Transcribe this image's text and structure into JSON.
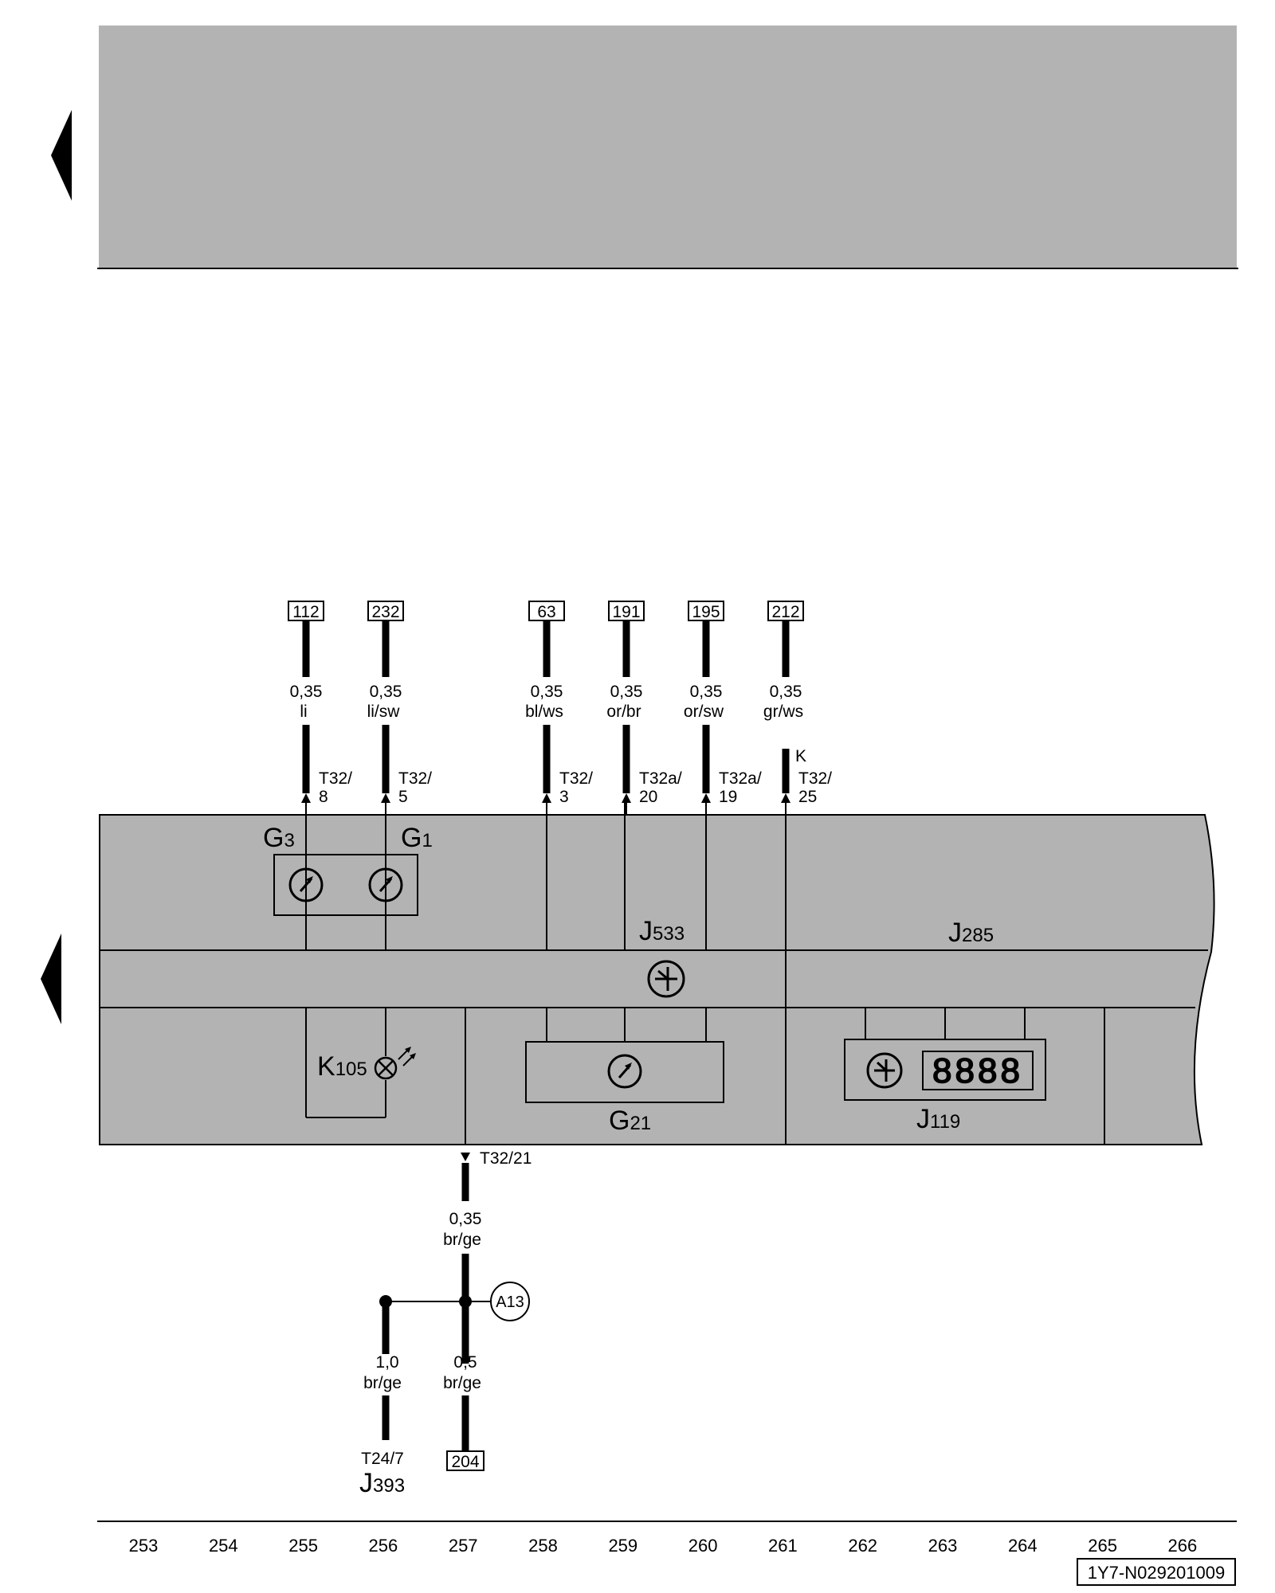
{
  "colors": {
    "panel": "#b3b3b3",
    "wire": "#000000",
    "page": "#ffffff"
  },
  "nav": {
    "upper_arrow": "left-arrow-icon",
    "lower_arrow": "left-arrow-icon"
  },
  "top_wires": [
    {
      "ref": "112",
      "gauge": "0,35",
      "color": "li",
      "pin_top": "T32/",
      "pin_bottom": "8"
    },
    {
      "ref": "232",
      "gauge": "0,35",
      "color": "li/sw",
      "pin_top": "T32/",
      "pin_bottom": "5"
    },
    {
      "ref": "63",
      "gauge": "0,35",
      "color": "bl/ws",
      "pin_top": "T32/",
      "pin_bottom": "3"
    },
    {
      "ref": "191",
      "gauge": "0,35",
      "color": "or/br",
      "pin_top": "T32a/",
      "pin_bottom": "20"
    },
    {
      "ref": "195",
      "gauge": "0,35",
      "color": "or/sw",
      "pin_top": "T32a/",
      "pin_bottom": "19"
    },
    {
      "ref": "212",
      "gauge": "0,35",
      "color": "gr/ws",
      "pin_top": "T32/",
      "pin_bottom": "25",
      "extra": "K"
    }
  ],
  "components": {
    "g3": {
      "letter": "G",
      "sub": "3"
    },
    "g1": {
      "letter": "G",
      "sub": "1"
    },
    "j533": {
      "letter": "J",
      "sub": "533"
    },
    "j285": {
      "letter": "J",
      "sub": "285"
    },
    "k105": {
      "letter": "K",
      "sub": "105"
    },
    "g21": {
      "letter": "G",
      "sub": "21"
    },
    "j119": {
      "letter": "J",
      "sub": "119"
    },
    "j393": {
      "letter": "J",
      "sub": "393"
    },
    "display_digits": "8888"
  },
  "bottom": {
    "connector": "T32/21",
    "main_gauge": "0,35",
    "main_color": "br/ge",
    "junction": "A13",
    "left_gauge": "1,0",
    "left_color": "br/ge",
    "left_pin": "T24/7",
    "right_gauge": "0,5",
    "right_color": "br/ge",
    "right_ref": "204"
  },
  "footer": {
    "tracks": [
      "253",
      "254",
      "255",
      "256",
      "257",
      "258",
      "259",
      "260",
      "261",
      "262",
      "263",
      "264",
      "265",
      "266"
    ],
    "diagram_id": "1Y7-N029201009"
  }
}
